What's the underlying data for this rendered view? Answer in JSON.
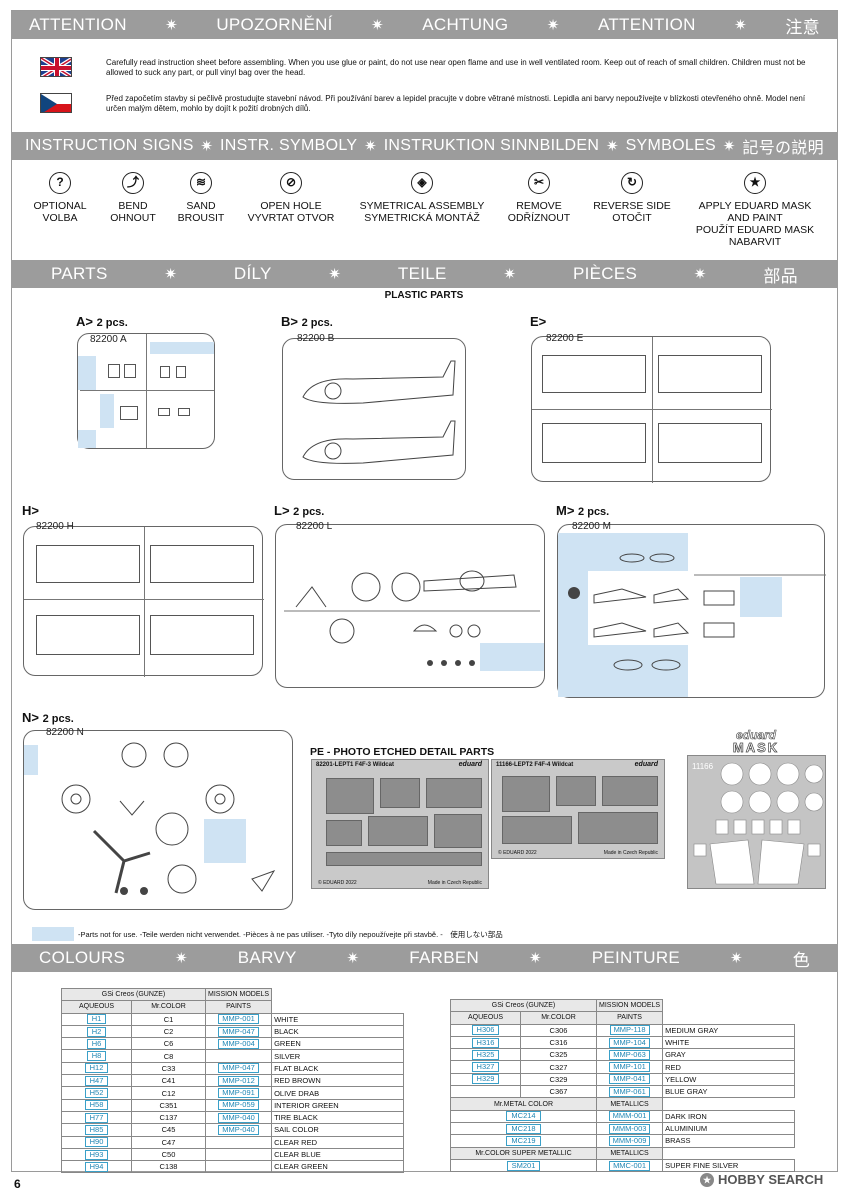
{
  "attention_bar": [
    "ATTENTION",
    "UPOZORNĚNÍ",
    "ACHTUNG",
    "ATTENTION",
    "注意"
  ],
  "warning_en": "Carefully read instruction sheet before assembling. When you use glue or paint, do not use near open flame and use in well ventilated room. Keep out of reach of small children. Children must not be allowed to suck any part, or pull vinyl bag over the head.",
  "warning_cz": "Před započetím stavby si pečlivě prostudujte stavební návod. Při používání barev a lepidel pracujte v dobre větrané místnosti. Lepidla ani barvy nepoužívejte v blízkosti otevřeného ohně. Model není určen malým dětem, mohlo by dojít k požití drobných dílů.",
  "signs_bar": [
    "INSTRUCTION SIGNS",
    "INSTR. SYMBOLY",
    "INSTRUKTION SINNBILDEN",
    "SYMBOLES",
    "記号の説明"
  ],
  "signs": [
    {
      "icon": "question-icon",
      "glyph": "?",
      "lines": [
        "OPTIONAL",
        "VOLBA"
      ]
    },
    {
      "icon": "bend-icon",
      "glyph": "⤴",
      "lines": [
        "BEND",
        "OHNOUT"
      ]
    },
    {
      "icon": "sand-icon",
      "glyph": "≋",
      "lines": [
        "SAND",
        "BROUSIT"
      ]
    },
    {
      "icon": "open-hole-icon",
      "glyph": "⊘",
      "lines": [
        "OPEN HOLE",
        "VYVRTAT OTVOR"
      ]
    },
    {
      "icon": "symmetrical-icon",
      "glyph": "◈",
      "lines": [
        "SYMETRICAL ASSEMBLY",
        "SYMETRICKÁ MONTÁŽ"
      ]
    },
    {
      "icon": "remove-icon",
      "glyph": "✂",
      "lines": [
        "REMOVE",
        "ODŘÍZNOUT"
      ]
    },
    {
      "icon": "reverse-icon",
      "glyph": "↻",
      "lines": [
        "REVERSE SIDE",
        "OTOČIT"
      ]
    },
    {
      "icon": "mask-icon",
      "glyph": "★",
      "lines": [
        "APPLY EDUARD MASK",
        "AND PAINT",
        "POUŽÍT EDUARD MASK",
        "NABARVIT"
      ]
    }
  ],
  "parts_bar": [
    "PARTS",
    "DÍLY",
    "TEILE",
    "PIÈCES",
    "部品"
  ],
  "plastic_parts": "PLASTIC PARTS",
  "sprues": {
    "A": {
      "label": "A>",
      "qty": "2 pcs.",
      "code": "82200 A"
    },
    "B": {
      "label": "B>",
      "qty": "2 pcs.",
      "code": "82200 B"
    },
    "E": {
      "label": "E>",
      "qty": "",
      "code": "82200 E"
    },
    "H": {
      "label": "H>",
      "qty": "",
      "code": "82200 H"
    },
    "L": {
      "label": "L>",
      "qty": "2 pcs.",
      "code": "82200 L"
    },
    "M": {
      "label": "M>",
      "qty": "2 pcs.",
      "code": "82200 M"
    },
    "N": {
      "label": "N>",
      "qty": "2 pcs.",
      "code": "82200 N"
    }
  },
  "pe_title": "PE - PHOTO ETCHED DETAIL PARTS",
  "pe1": {
    "code": "82201-LEPT1 F4F-3 Wildcat",
    "brand": "eduard",
    "copyright": "© EDUARD 2022",
    "made": "Made in Czech Republic"
  },
  "pe2": {
    "code": "11166-LEPT2 F4F-4 Wildcat",
    "brand": "eduard",
    "copyright": "© EDUARD 2022",
    "made": "Made in Czech Republic"
  },
  "mask": {
    "brand": "eduard",
    "title": "MASK",
    "code": "11166"
  },
  "not_for_use": "-Parts not for use. -Teile werden nicht verwendet. -Pièces à ne pas utiliser. -Tyto díly nepoužívejte při stavbě. -　使用しない部品",
  "colours_bar": [
    "COLOURS",
    "BARVY",
    "FARBEN",
    "PEINTURE",
    "色"
  ],
  "colors_left": {
    "head1": "GSi Creos (GUNZE)",
    "head2": "MISSION MODELS",
    "cols": [
      "AQUEOUS",
      "Mr.COLOR",
      "PAINTS"
    ],
    "rows": [
      [
        "H1",
        "C1",
        "MMP-001",
        "WHITE"
      ],
      [
        "H2",
        "C2",
        "MMP-047",
        "BLACK"
      ],
      [
        "H6",
        "C6",
        "MMP-004",
        "GREEN"
      ],
      [
        "H8",
        "C8",
        "",
        "SILVER"
      ],
      [
        "H12",
        "C33",
        "MMP-047",
        "FLAT BLACK"
      ],
      [
        "H47",
        "C41",
        "MMP-012",
        "RED BROWN"
      ],
      [
        "H52",
        "C12",
        "MMP-091",
        "OLIVE DRAB"
      ],
      [
        "H58",
        "C351",
        "MMP-059",
        "INTERIOR GREEN"
      ],
      [
        "H77",
        "C137",
        "MMP-040",
        "TIRE BLACK"
      ],
      [
        "H85",
        "C45",
        "MMP-040",
        "SAIL COLOR"
      ],
      [
        "H90",
        "C47",
        "",
        "CLEAR RED"
      ],
      [
        "H93",
        "C50",
        "",
        "CLEAR BLUE"
      ],
      [
        "H94",
        "C138",
        "",
        "CLEAR GREEN"
      ]
    ]
  },
  "colors_right": {
    "head1": "GSi Creos (GUNZE)",
    "head2": "MISSION MODELS",
    "cols": [
      "AQUEOUS",
      "Mr.COLOR",
      "PAINTS"
    ],
    "rows": [
      [
        "H306",
        "C306",
        "MMP-118",
        "MEDIUM GRAY"
      ],
      [
        "H316",
        "C316",
        "MMP-104",
        "WHITE"
      ],
      [
        "H325",
        "C325",
        "MMP-063",
        "GRAY"
      ],
      [
        "H327",
        "C327",
        "MMP-101",
        "RED"
      ],
      [
        "H329",
        "C329",
        "MMP-041",
        "YELLOW"
      ],
      [
        "",
        "C367",
        "MMP-061",
        "BLUE GRAY"
      ]
    ],
    "metal_head": "Mr.METAL COLOR",
    "metallics": "METALLICS",
    "metal_rows": [
      [
        "MC214",
        "MMM-001",
        "DARK IRON"
      ],
      [
        "MC218",
        "MMM-003",
        "ALUMINIUM"
      ],
      [
        "MC219",
        "MMM-009",
        "BRASS"
      ]
    ],
    "super_head": "Mr.COLOR SUPER METALLIC",
    "metallics2": "METALLICS",
    "super_rows": [
      [
        "SM201",
        "MMC-001",
        "SUPER FINE SILVER"
      ]
    ]
  },
  "page_number": "6",
  "watermark": "HOBBY SEARCH"
}
